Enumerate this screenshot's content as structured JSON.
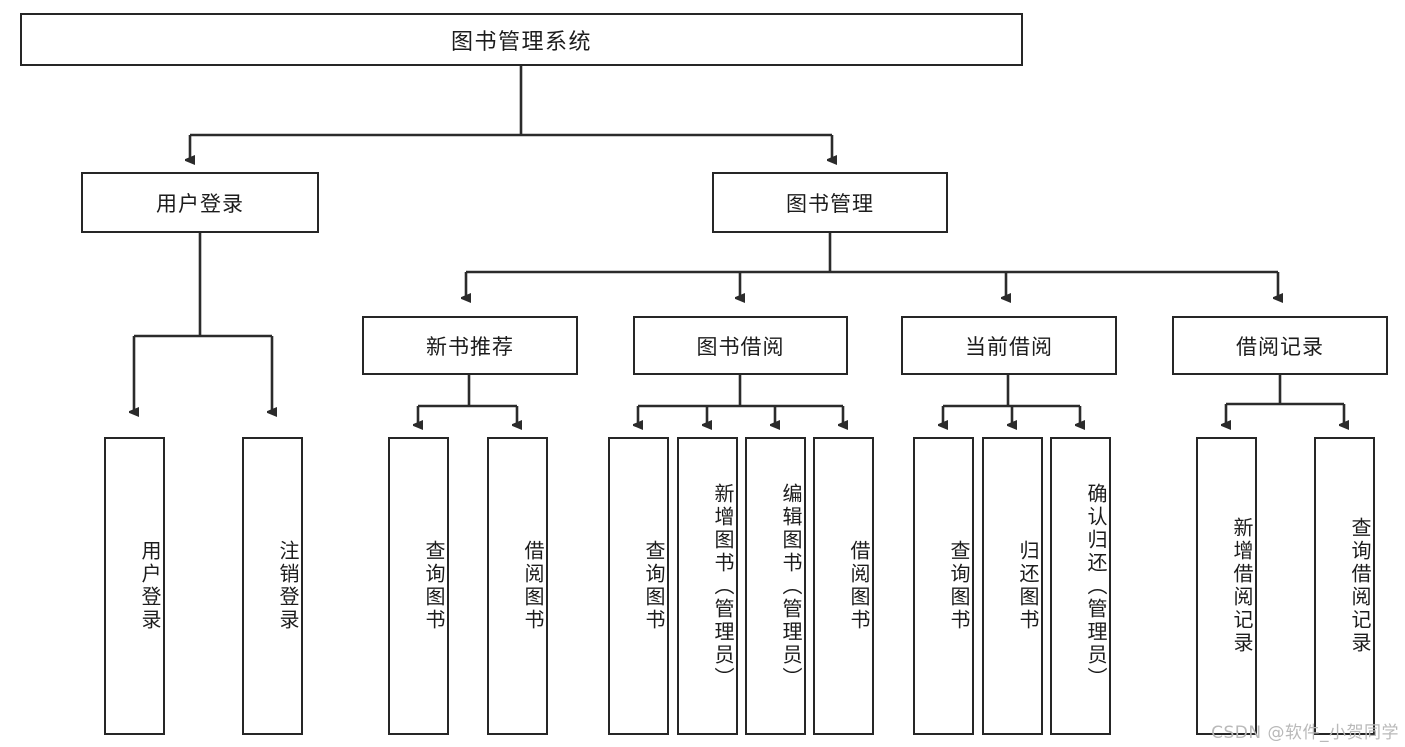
{
  "diagram": {
    "type": "tree",
    "title_node": {
      "label": "图书管理系统"
    },
    "level2": [
      {
        "id": "user-login",
        "label": "用户登录"
      },
      {
        "id": "book-manage",
        "label": "图书管理"
      }
    ],
    "level3": [
      {
        "id": "new-book-recommend",
        "label": "新书推荐"
      },
      {
        "id": "book-borrow",
        "label": "图书借阅"
      },
      {
        "id": "current-borrow",
        "label": "当前借阅"
      },
      {
        "id": "borrow-record",
        "label": "借阅记录"
      }
    ],
    "leaves": {
      "user_login": [
        {
          "id": "leaf-user-login",
          "label": "用户登录"
        },
        {
          "id": "leaf-logout",
          "label": "注销登录"
        }
      ],
      "new_book_recommend": [
        {
          "id": "leaf-query-book-1",
          "label": "查询图书"
        },
        {
          "id": "leaf-borrow-book-1",
          "label": "借阅图书"
        }
      ],
      "book_borrow": [
        {
          "id": "leaf-query-book-2",
          "label": "查询图书"
        },
        {
          "id": "leaf-add-book",
          "label": "新增图书（管理员）"
        },
        {
          "id": "leaf-edit-book",
          "label": "编辑图书（管理员）"
        },
        {
          "id": "leaf-borrow-book-2",
          "label": "借阅图书"
        }
      ],
      "current_borrow": [
        {
          "id": "leaf-query-book-3",
          "label": "查询图书"
        },
        {
          "id": "leaf-return-book",
          "label": "归还图书"
        },
        {
          "id": "leaf-confirm-return",
          "label": "确认归还（管理员）"
        }
      ],
      "borrow_record": [
        {
          "id": "leaf-add-record",
          "label": "新增借阅记录"
        },
        {
          "id": "leaf-query-record",
          "label": "查询借阅记录"
        }
      ]
    }
  },
  "watermark": {
    "text": "CSDN @软件_小贺同学"
  },
  "colors": {
    "box_border": "#262626",
    "box_fill": "#ffffff",
    "text": "#1c1c1c",
    "connector": "#2b2b2b",
    "watermark": "#b9b9b9",
    "background": "#ffffff"
  }
}
